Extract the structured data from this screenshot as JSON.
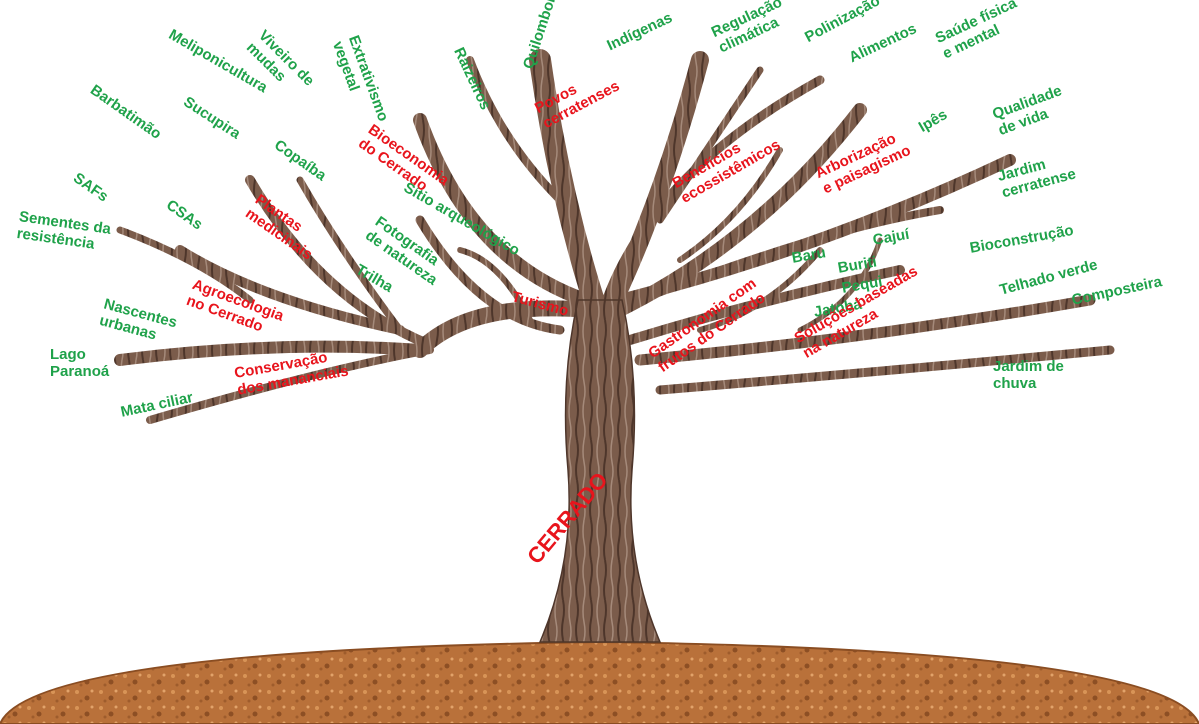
{
  "trunk_label": "CERRADO",
  "colors": {
    "secondary": "#1fa24a",
    "primary": "#e8141c",
    "bark": "#7a5a48",
    "soil": "#b8713a"
  },
  "labels": {
    "sementes": [
      "Sementes da",
      "resistência"
    ],
    "safs": [
      "SAFs"
    ],
    "barbatimao": [
      "Barbatimão"
    ],
    "sucupira": [
      "Sucupira"
    ],
    "meliponicultura": [
      "Meliponicultura"
    ],
    "viveiro": [
      "Viveiro de",
      "mudas"
    ],
    "extrativismo": [
      "Extrativismo",
      "vegetal"
    ],
    "raizeiros": [
      "Raizeiros"
    ],
    "quilombolas": [
      "Quilombolas"
    ],
    "indigenas": [
      "Indígenas"
    ],
    "regulacao": [
      "Regulação",
      "climática"
    ],
    "polinizacao": [
      "Polinização"
    ],
    "alimentos": [
      "Alimentos"
    ],
    "saude": [
      "Saúde física",
      "e mental"
    ],
    "ipes": [
      "Ipês"
    ],
    "qualidade": [
      "Qualidade",
      "de vida"
    ],
    "jardim_cerratense": [
      "Jardim",
      "cerratense"
    ],
    "cajui": [
      "Cajuí"
    ],
    "baru": [
      "Baru"
    ],
    "buriti": [
      "Buriti"
    ],
    "pequi": [
      "Pequi"
    ],
    "jatoba": [
      "Jatobá"
    ],
    "bioconstrucao": [
      "Bioconstrução"
    ],
    "telhado": [
      "Telhado verde"
    ],
    "composteira": [
      "Composteira"
    ],
    "jardim_chuva": [
      "Jardim de",
      "chuva"
    ],
    "csas": [
      "CSAs"
    ],
    "copaiba": [
      "Copaíba"
    ],
    "fotografia": [
      "Fotografia",
      "de natureza"
    ],
    "trilha": [
      "Trilha"
    ],
    "sitio": [
      "Sítio arqueológico"
    ],
    "nascentes": [
      "Nascentes",
      "urbanas"
    ],
    "lago": [
      "Lago",
      "Paranoá"
    ],
    "mata": [
      "Mata ciliar"
    ],
    "bioeconomia": [
      "Bioeconomia",
      "do Cerrado"
    ],
    "povos": [
      "Povos",
      "cerratenses"
    ],
    "beneficios": [
      "Benefícios",
      "ecossistêmicos"
    ],
    "arborizacao": [
      "Arborização",
      "e paisagismo"
    ],
    "plantas": [
      "Plantas",
      "medicinais"
    ],
    "agroecologia": [
      "Agroecologia",
      "no Cerrado"
    ],
    "turismo": [
      "Turismo"
    ],
    "gastronomia": [
      "Gastronomia com",
      "frutos do Cerrado"
    ],
    "solucoes": [
      "Soluções baseadas",
      "na natureza"
    ],
    "conservacao": [
      "Conservação",
      "dos mananciais"
    ]
  }
}
